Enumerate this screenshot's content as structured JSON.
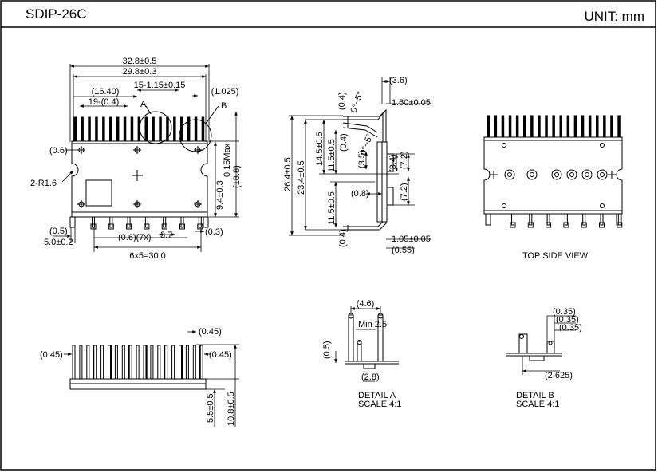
{
  "header": {
    "title": "SDIP-26C",
    "unit": "UNIT: mm"
  },
  "front_view": {
    "dims": {
      "overall_width": "32.8±0.5",
      "body_width": "29.8±0.3",
      "outer_lead": "(16.40)",
      "pitch_19": "19-(0.4)",
      "pitch_15": "15-1.15±0.15",
      "offset_1025": "(1.025)",
      "detail_a": "A",
      "detail_b": "B",
      "hole_06": "(0.6)",
      "radius": "2-R1.6",
      "max_015": "0.15Max",
      "height_188": "(18.8)",
      "height_94": "9.4±0.3",
      "lead_05": "(0.5)",
      "lead_50": "5.0±0.2",
      "lead_06_7x": "(0.6)(7x)",
      "lead_37": "3.7",
      "lead_03": "(0.3)",
      "pitch_total": "6x5=30.0"
    }
  },
  "side_view": {
    "dims": {
      "top_36": "(3.6)",
      "top_04": "(0.4)",
      "angle_top": "0°~5°",
      "thick_160": "1.60±0.05",
      "h_264": "26.4±0.5",
      "h_234": "23.4±0.5",
      "h_145": "14.5±0.5",
      "h_115a": "11.5±0.5",
      "mid_04": "(0.4)",
      "angle_mid": "0°~5°",
      "d_35": "(3.5)",
      "d_34": "(3.4)",
      "d_72a": "(7.2)",
      "d_08": "(0.8)",
      "d_72b": "(7.2)",
      "h_115b": "11.5±0.5",
      "bot_04": "(0.4)",
      "thick_105": "1.05±0.05",
      "d_055": "(0.55)"
    }
  },
  "top_view": {
    "label": "TOP SIDE VIEW"
  },
  "bottom_view": {
    "dims": {
      "d_045_top": "(0.45)",
      "d_045_left": "(0.45)",
      "d_045_right": "(0.45)",
      "h_55": "5.5±0.5",
      "h_108": "10.8±0.5"
    }
  },
  "detail_a": {
    "dims": {
      "w_46": "(4.6)",
      "min": "Min 2.5",
      "h_05": "(0.5)",
      "w_28": "(2.8)"
    },
    "label": "DETAIL A",
    "scale": "SCALE 4:1"
  },
  "detail_b": {
    "dims": {
      "d1": "(0.35)",
      "d2": "(0.35)",
      "d3": "(0.35)",
      "w": "(2.625)"
    },
    "label": "DETAIL B",
    "scale": "SCALE 4:1"
  }
}
